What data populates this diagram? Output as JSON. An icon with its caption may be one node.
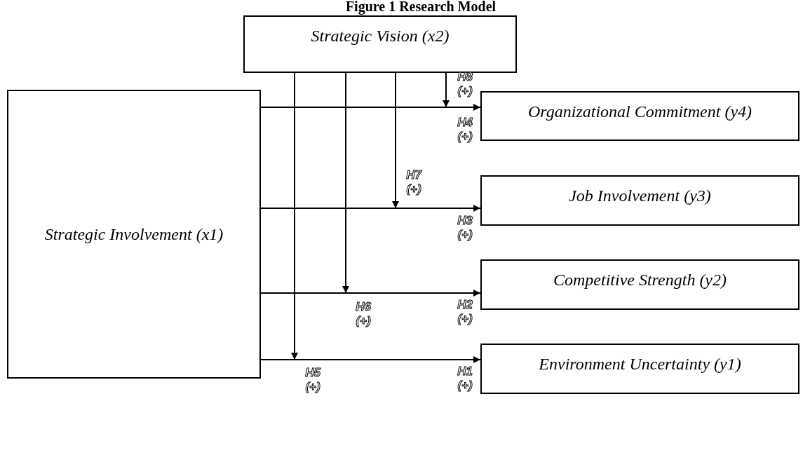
{
  "diagram": {
    "title": "Figure 1 Research Model",
    "nodes": [
      {
        "text": [
          "Strategic Vision (x2)"
        ]
      },
      {
        "text": [
          "Strategic Involvement (x1)"
        ]
      },
      {
        "text": [
          "Organizational Commitment (y4)"
        ]
      },
      {
        "text": [
          "Job Involvement (y3)"
        ]
      },
      {
        "text": [
          "Competitive Strength (y2)"
        ]
      },
      {
        "text": [
          "Environment Uncertainty (y1)"
        ]
      }
    ],
    "edges": [
      {
        "from": 1,
        "to": 2,
        "arrow": "to",
        "label": "H4 (+)"
      },
      {
        "from": 1,
        "to": 3,
        "arrow": "to",
        "label": "H3 (+)"
      },
      {
        "from": 1,
        "to": 4,
        "arrow": "to",
        "label": "H2 (+)"
      },
      {
        "from": 1,
        "to": 5,
        "arrow": "to",
        "label": "H1 (+)"
      },
      {
        "from": 0,
        "to": null,
        "arrow": "to",
        "label": "H8 (+)"
      },
      {
        "from": 0,
        "to": null,
        "arrow": "to",
        "label": "H7 (+)"
      },
      {
        "from": 0,
        "to": null,
        "arrow": "to",
        "label": "H6 (+)"
      },
      {
        "from": 0,
        "to": null,
        "arrow": "to",
        "label": "H5 (+)"
      }
    ]
  }
}
